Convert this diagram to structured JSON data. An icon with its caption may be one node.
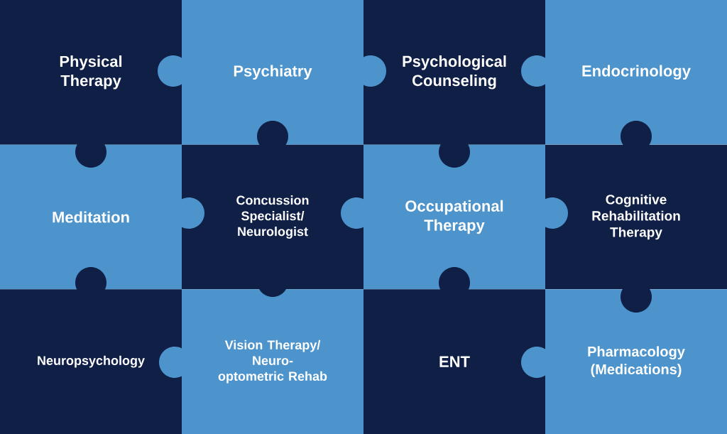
{
  "diagram": {
    "nodes": [
      {
        "text": [
          "Physical Therapy"
        ]
      },
      {
        "text": [
          "Psychiatry"
        ]
      },
      {
        "text": [
          "Psychological Counseling"
        ]
      },
      {
        "text": [
          "Endocrinology"
        ]
      },
      {
        "text": [
          "Meditation"
        ]
      },
      {
        "text": [
          "Concussion Specialist/ Neurologist"
        ]
      },
      {
        "text": [
          "Occupational Therapy"
        ]
      },
      {
        "text": [
          "Cognitive Rehabilitation Therapy"
        ]
      },
      {
        "text": [
          "Neuropsychology"
        ]
      },
      {
        "text": [
          "Vision Therapy/ Neuro-optometric Rehab"
        ]
      },
      {
        "text": [
          "ENT"
        ]
      },
      {
        "text": [
          "Pharmacology (Medications)"
        ]
      }
    ]
  }
}
